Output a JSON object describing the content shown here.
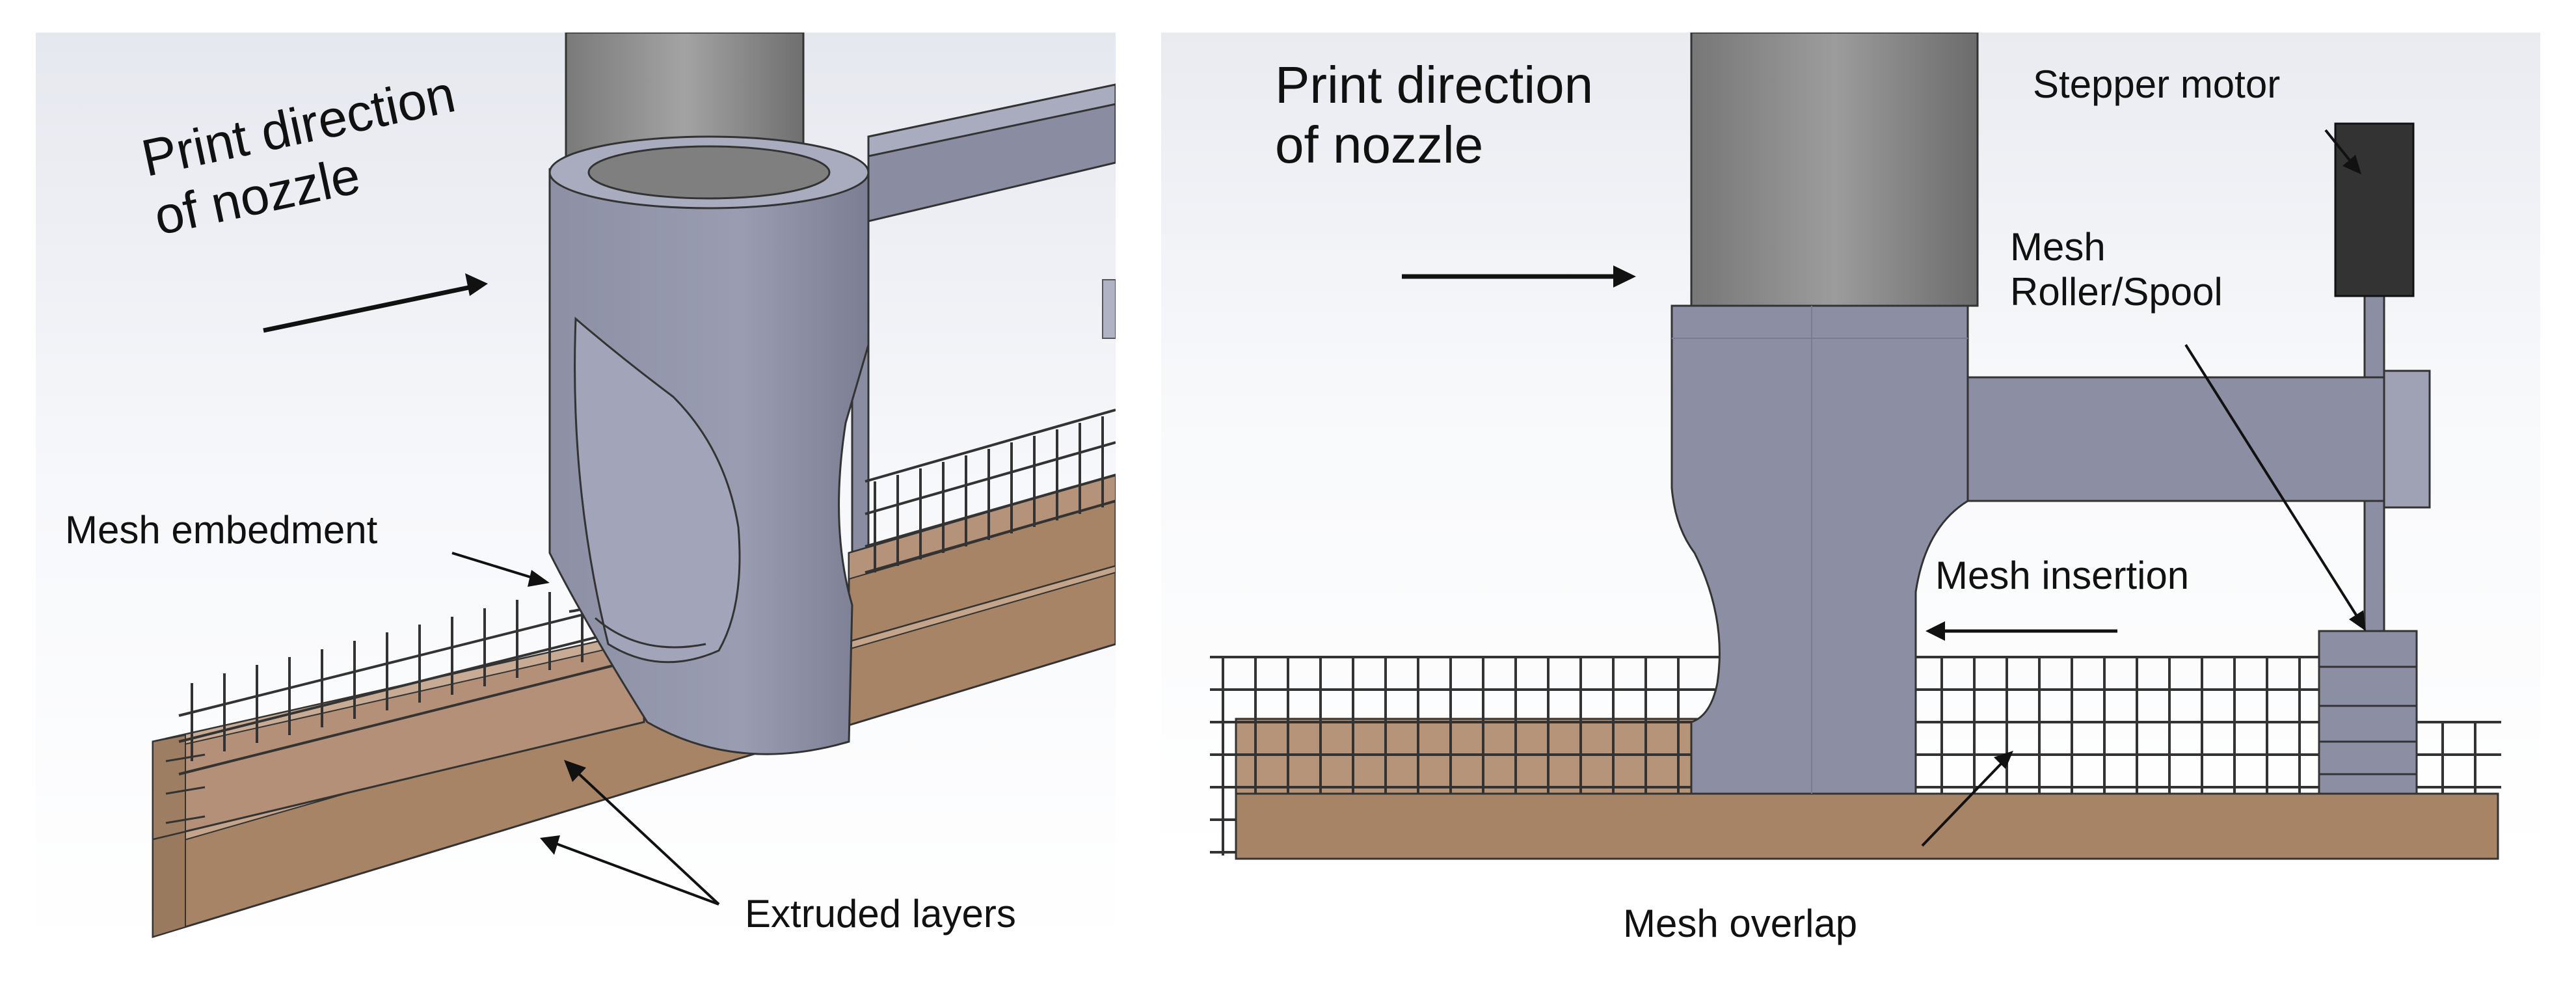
{
  "left_panel": {
    "labels": {
      "print_direction": "Print direction\nof nozzle",
      "mesh_embedment": "Mesh embedment",
      "extruded_layers": "Extruded layers"
    }
  },
  "right_panel": {
    "labels": {
      "print_direction": "Print direction\nof nozzle",
      "stepper_motor": "Stepper motor",
      "mesh_roller": "Mesh\nRoller/Spool",
      "mesh_insertion": "Mesh insertion",
      "mesh_overlap": "Mesh overlap"
    }
  },
  "colors": {
    "nozzle": "#8c8fa3",
    "concrete": "#a88466",
    "mesh": "#3a3a3a",
    "motor": "#333333"
  }
}
